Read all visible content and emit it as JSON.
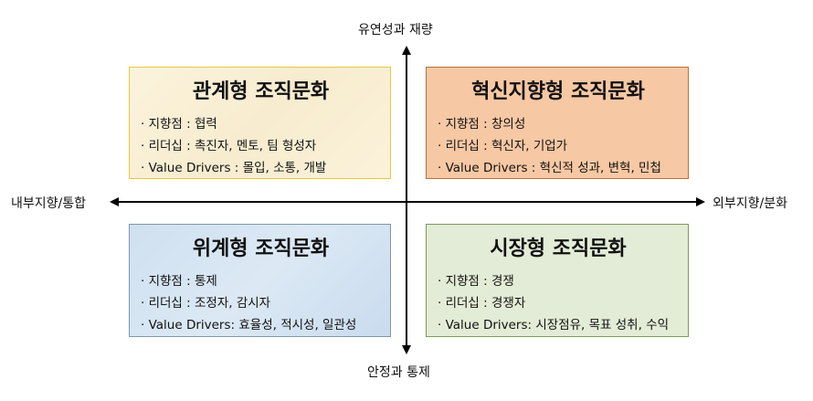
{
  "axes": {
    "top": "유연성과 재량",
    "bottom": "안정과 통제",
    "left": "내부지향/통합",
    "right": "외부지향/분화"
  },
  "quadrants": {
    "top_left": {
      "title": "관계형 조직문화",
      "color": "#fbf3dc",
      "border": "#e6c83a",
      "lines": [
        "· 지향점 : 협력",
        "· 리더십 : 촉진자, 멘토, 팀 형성자",
        "· Value Drivers : 몰입, 소통, 개발"
      ]
    },
    "top_right": {
      "title": "혁신지향형 조직문화",
      "color": "#f7c8a4",
      "border": "#b3733e",
      "lines": [
        "· 지향점 : 창의성",
        "· 리더십 : 혁신자, 기업가",
        "· Value Drivers : 혁신적 성과, 변혁, 민첩"
      ]
    },
    "bottom_left": {
      "title": "위계형 조직문화",
      "color": "#d4e4f2",
      "border": "#7f97ad",
      "lines": [
        "· 지향점 : 통제",
        "· 리더십 : 조정자, 감시자",
        "· Value Drivers: 효율성, 적시성, 일관성"
      ]
    },
    "bottom_right": {
      "title": "시장형 조직문화",
      "color": "#e3ecd6",
      "border": "#7c9b5c",
      "lines": [
        "· 지향점 : 경쟁",
        "· 리더십 : 경쟁자",
        "· Value Drivers: 시장점유, 목표 성취, 수익"
      ]
    }
  }
}
